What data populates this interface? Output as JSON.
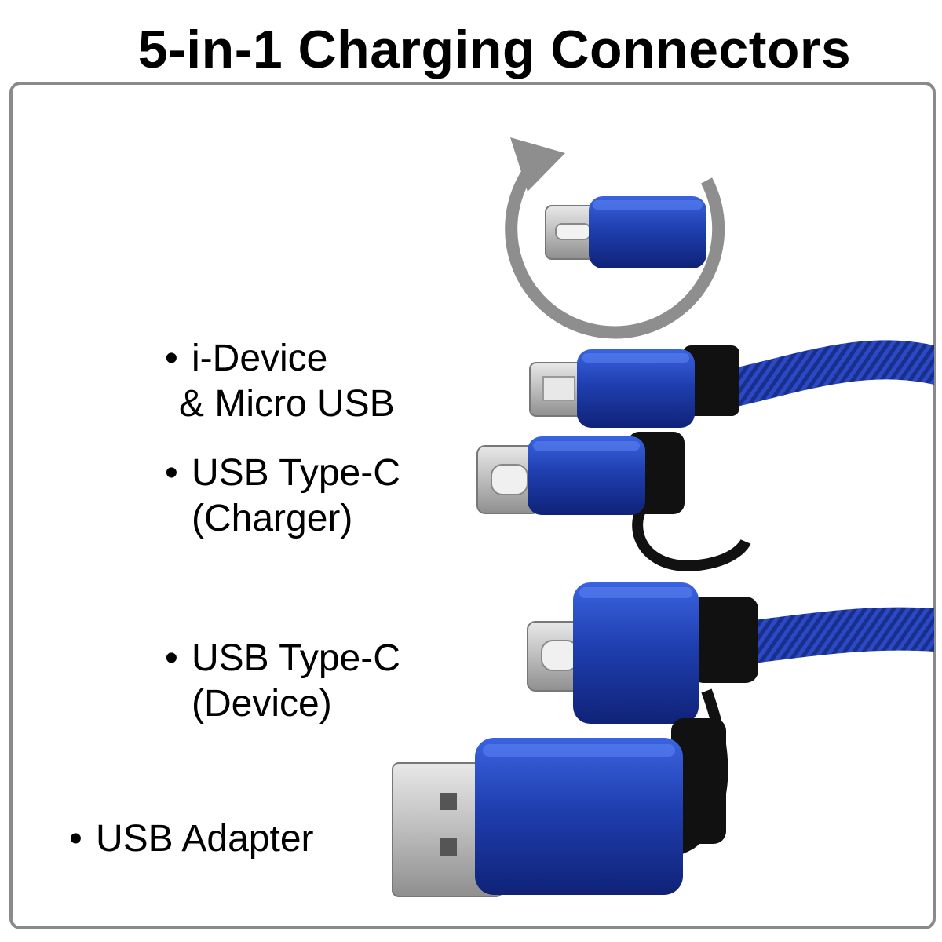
{
  "title": "5-in-1 Charging Connectors",
  "labels": {
    "idevice_line1": "i-Device",
    "idevice_line2": "& Micro USB",
    "typec_charger_line1": "USB Type-C",
    "typec_charger_line2": "(Charger)",
    "typec_device_line1": "USB Type-C",
    "typec_device_line2": "(Device)",
    "usb_adapter": "USB Adapter",
    "bullet": "•"
  },
  "colors": {
    "frame_border": "#8a8a8a",
    "connector_blue": "#1f3fb0",
    "cable_blue": "#1a2f8c",
    "rotate_arrow": "#8e8e8e",
    "metal": "#c9c9c9",
    "rubber": "#111111"
  },
  "icons": {
    "rotate": "rotate-counterclockwise-icon"
  }
}
